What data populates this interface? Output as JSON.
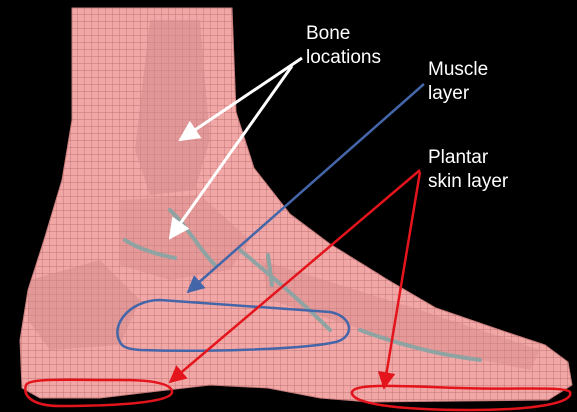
{
  "labels": {
    "bone": "Bone\nlocations",
    "muscle": "Muscle\nlayer",
    "plantar": "Plantar\nskin layer"
  },
  "colors": {
    "background": "#000000",
    "mesh_fill": "#f2a7a7",
    "mesh_line": "#a45a5a",
    "bone_shade": "#d48a8a",
    "tendon": "#8fa3a3",
    "bone_arrow": "#ffffff",
    "muscle_outline": "#4466a8",
    "skin_outline": "#e3141b",
    "label_text": "#ffffff"
  },
  "icons": {
    "mesh": "foot-mesh-model"
  }
}
